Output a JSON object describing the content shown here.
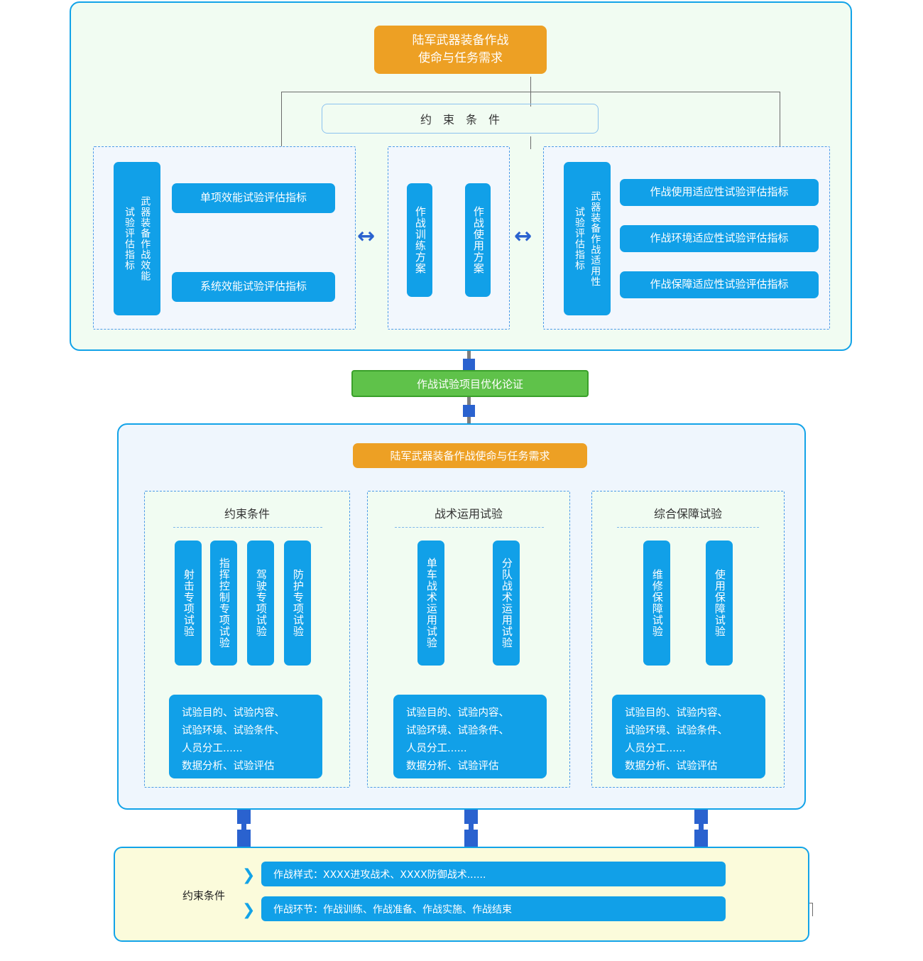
{
  "top_panel": {
    "root_box": "陆军武器装备作战\n使命与任务需求",
    "constraint_box": "约束条件",
    "left_group": {
      "side_label_outer": "武器装备作战效能",
      "side_label_inner": "试验评估指标",
      "items": [
        "单项效能试验评估指标",
        "系统效能试验评估指标"
      ]
    },
    "middle_group": {
      "items": [
        "作战训练方案",
        "作战使用方案"
      ]
    },
    "right_group": {
      "side_label_outer": "武器装备作战适用性",
      "side_label_inner": "试验评估指标",
      "items": [
        "作战使用适应性试验评估指标",
        "作战环境适应性试验评估指标",
        "作战保障适应性试验评估指标"
      ]
    },
    "arrow_left": "↔",
    "arrow_right": "↔"
  },
  "green_bar": {
    "label": "作战试验项目优化论证"
  },
  "mid_panel": {
    "root_box": "陆军武器装备作战使命与任务需求",
    "sections": [
      {
        "title": "约束条件",
        "items": [
          "射击专项试验",
          "指挥控制专项试验",
          "驾驶专项试验",
          "防护专项试验"
        ],
        "description": "试验目的、试验内容、\n试验环境、试验条件、\n人员分工......\n数据分析、试验评估"
      },
      {
        "title": "战术运用试验",
        "items": [
          "单车战术运用试验",
          "分队战术运用试验"
        ],
        "description": "试验目的、试验内容、\n试验环境、试验条件、\n人员分工......\n数据分析、试验评估"
      },
      {
        "title": "综合保障试验",
        "items": [
          "维修保障试验",
          "使用保障试验"
        ],
        "description": "试验目的、试验内容、\n试验环境、试验条件、\n人员分工......\n数据分析、试验评估"
      }
    ]
  },
  "bottom_panel": {
    "label": "约束条件",
    "chevron": "❯",
    "rows": [
      "作战样式：XXXX进攻战术、XXXX防御战术......",
      "作战环节：作战训练、作战准备、作战实施、作战结束"
    ]
  },
  "colors": {
    "accent_blue": "#11a0e8",
    "orange": "#eda024",
    "green": "#5fc24a",
    "panel_green_bg": "#f1fcf2",
    "panel_blue_bg": "#eff6fd",
    "panel_yellow_bg": "#fbfbdb",
    "connector_blue": "#2a62cf"
  }
}
